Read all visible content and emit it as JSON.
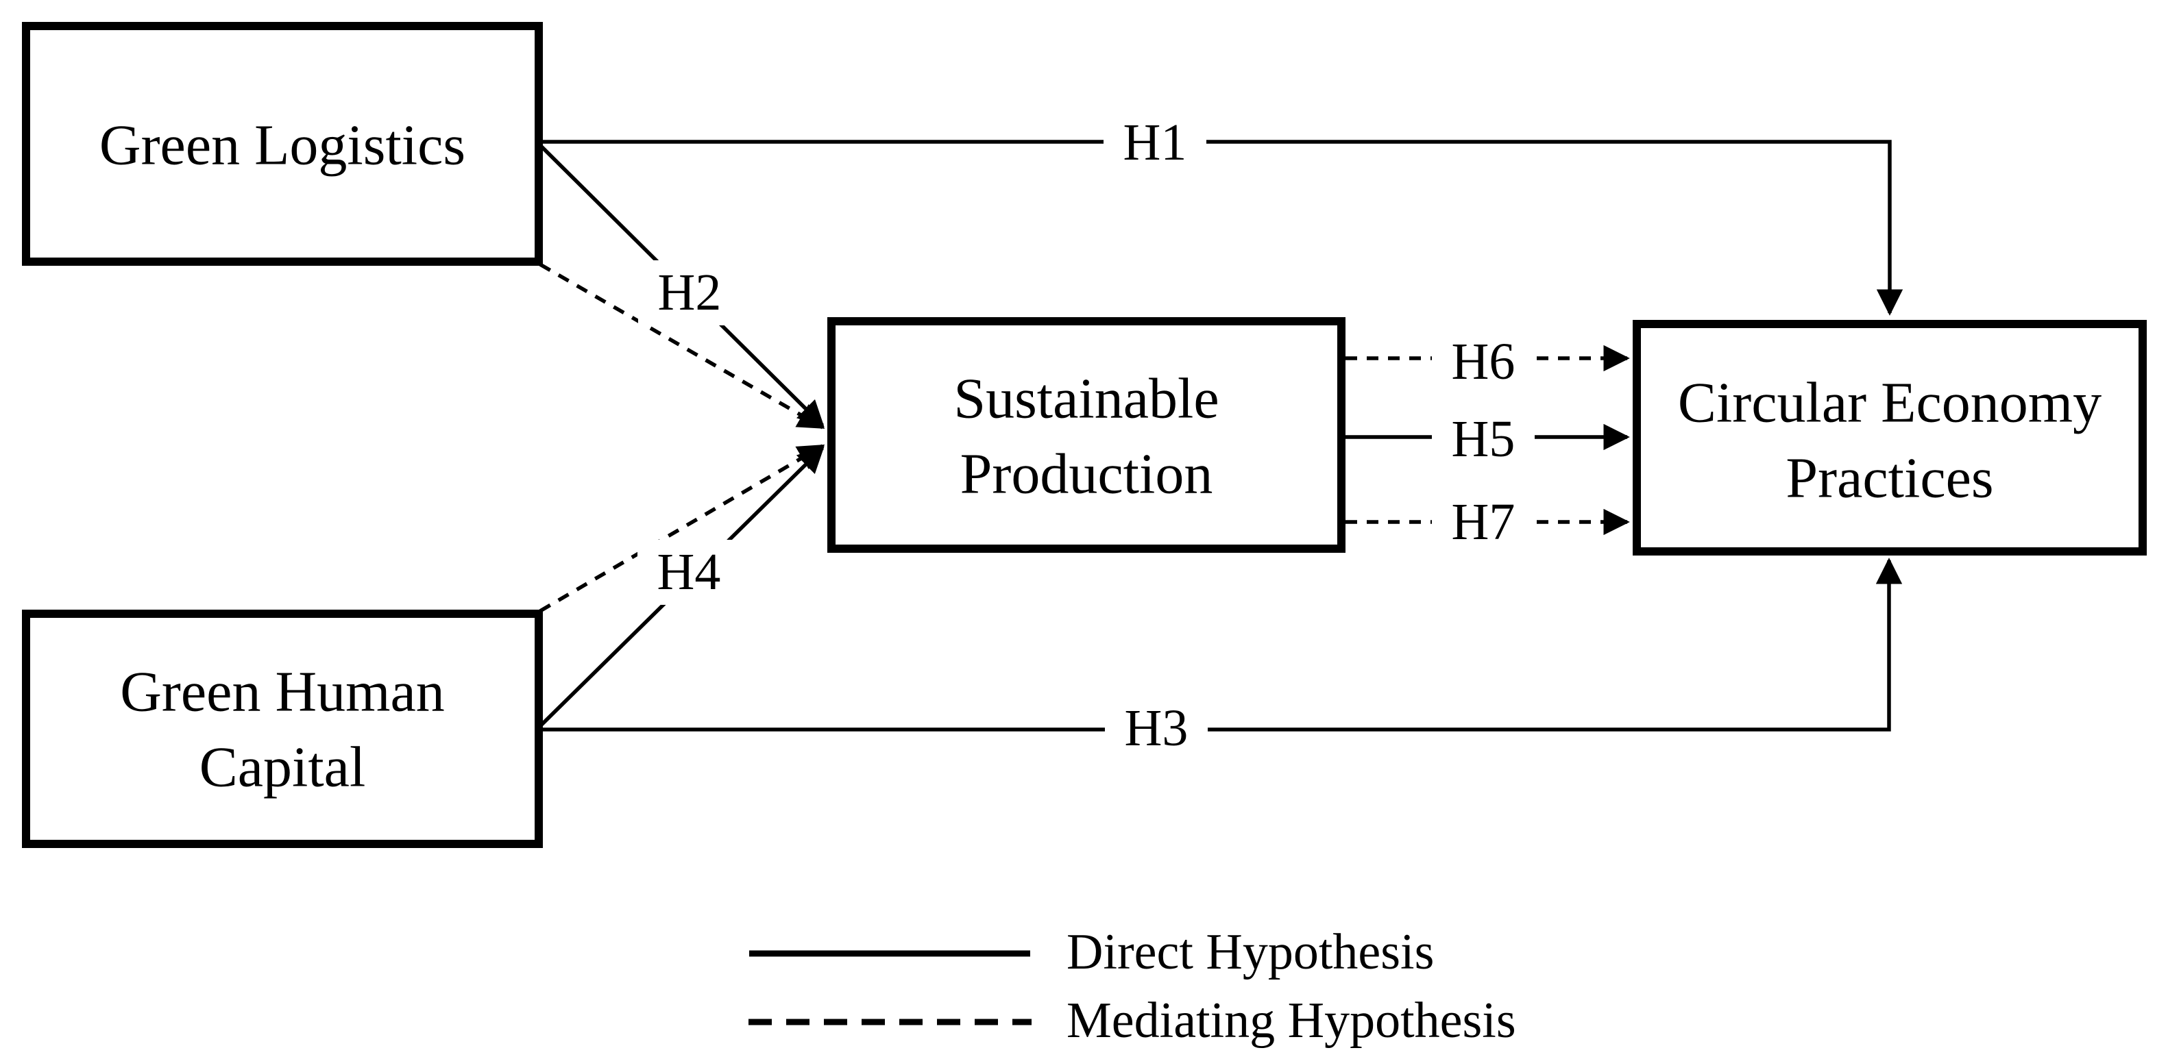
{
  "diagram": {
    "boxes": [
      {
        "name": "green-logistics",
        "label": "Green Logistics",
        "lines": [
          "Green Logistics"
        ]
      },
      {
        "name": "green-human-capital",
        "label": "Green Human Capital",
        "lines": [
          "Green Human",
          "Capital"
        ]
      },
      {
        "name": "sustainable-production",
        "label": "Sustainable Production",
        "lines": [
          "Sustainable",
          "Production"
        ]
      },
      {
        "name": "circular-economy-practices",
        "label": "Circular Economy Practices",
        "lines": [
          "Circular Economy",
          "Practices"
        ]
      }
    ],
    "edges": [
      {
        "label": "H1",
        "style": "solid",
        "from": "Green Logistics",
        "to": "Circular Economy Practices"
      },
      {
        "label": "H2",
        "style": "solid",
        "from": "Green Logistics",
        "to": "Sustainable Production"
      },
      {
        "label": "",
        "style": "dashed",
        "from": "Green Logistics",
        "to": "Sustainable Production"
      },
      {
        "label": "",
        "style": "dashed",
        "from": "Green Human Capital",
        "to": "Sustainable Production"
      },
      {
        "label": "H4",
        "style": "solid",
        "from": "Green Human Capital",
        "to": "Sustainable Production"
      },
      {
        "label": "H3",
        "style": "solid",
        "from": "Green Human Capital",
        "to": "Circular Economy Practices"
      },
      {
        "label": "H6",
        "style": "dashed",
        "from": "Sustainable Production",
        "to": "Circular Economy Practices"
      },
      {
        "label": "H5",
        "style": "solid",
        "from": "Sustainable Production",
        "to": "Circular Economy Practices"
      },
      {
        "label": "H7",
        "style": "dashed",
        "from": "Sustainable Production",
        "to": "Circular Economy Practices"
      }
    ],
    "legend": {
      "items": [
        {
          "style": "solid",
          "label": "Direct Hypothesis"
        },
        {
          "style": "dashed",
          "label": "Mediating Hypothesis"
        }
      ]
    },
    "colors": {
      "background": "#ffffff",
      "line": "#000000",
      "text": "#000000"
    }
  }
}
